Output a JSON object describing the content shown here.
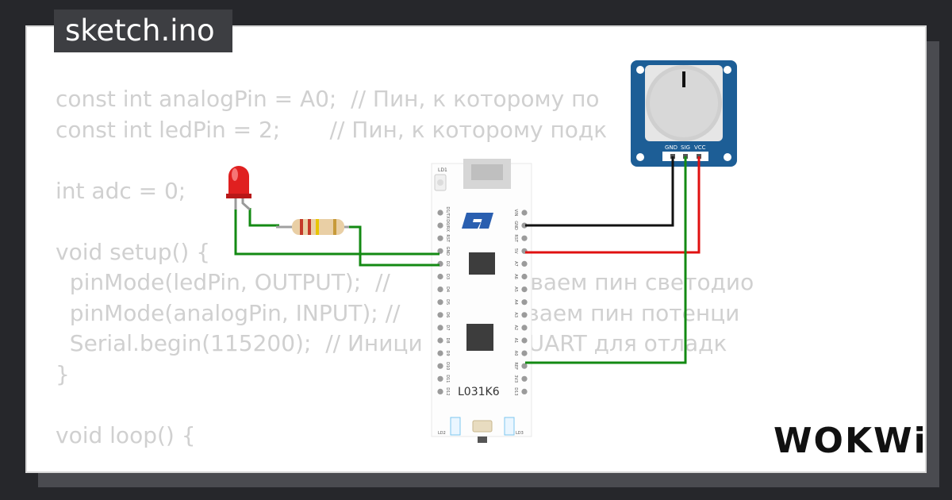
{
  "file_name": "sketch.ino",
  "code_lines": [
    "const int analogPin = A0;  // Пин, к которому по           н п",
    "const int ledPin = 2;       // Пин, к которому подк",
    "",
    "int adc = 0;",
    "",
    "void setup() {",
    "  pinMode(ledPin, OUTPUT);  //            авливаем пин светодио",
    "  pinMode(analogPin, INPUT); //          авливаем пин потенци",
    "  Serial.begin(115200);  // Иници          ия UART для отладк",
    "}",
    "",
    "void loop() {"
  ],
  "board": {
    "model": "L031K6",
    "led_top": "LD1",
    "led_bottom_left": "LD2",
    "led_bottom_right": "LD3",
    "left_pins": [
      "D1/TX",
      "D0/RX",
      "RST",
      "GND",
      "D2",
      "D3",
      "D4",
      "D5",
      "D6",
      "D7",
      "D8",
      "D9",
      "D10",
      "D11",
      "D12"
    ],
    "right_pins": [
      "VIN",
      "GND",
      "RST",
      "5V",
      "A7",
      "A6",
      "A5",
      "A4",
      "A3",
      "A2",
      "A1",
      "A0",
      "REF",
      "3V3",
      "D13"
    ]
  },
  "potentiometer": {
    "pin_gnd": "GND",
    "pin_sig": "SIG",
    "pin_vcc": "VCC"
  },
  "colors": {
    "wire_gnd": "#111111",
    "wire_vcc": "#e01010",
    "wire_signal": "#138a13",
    "pcb": "#1d5e96",
    "led": "#e02020"
  },
  "brand": "WOKWi"
}
